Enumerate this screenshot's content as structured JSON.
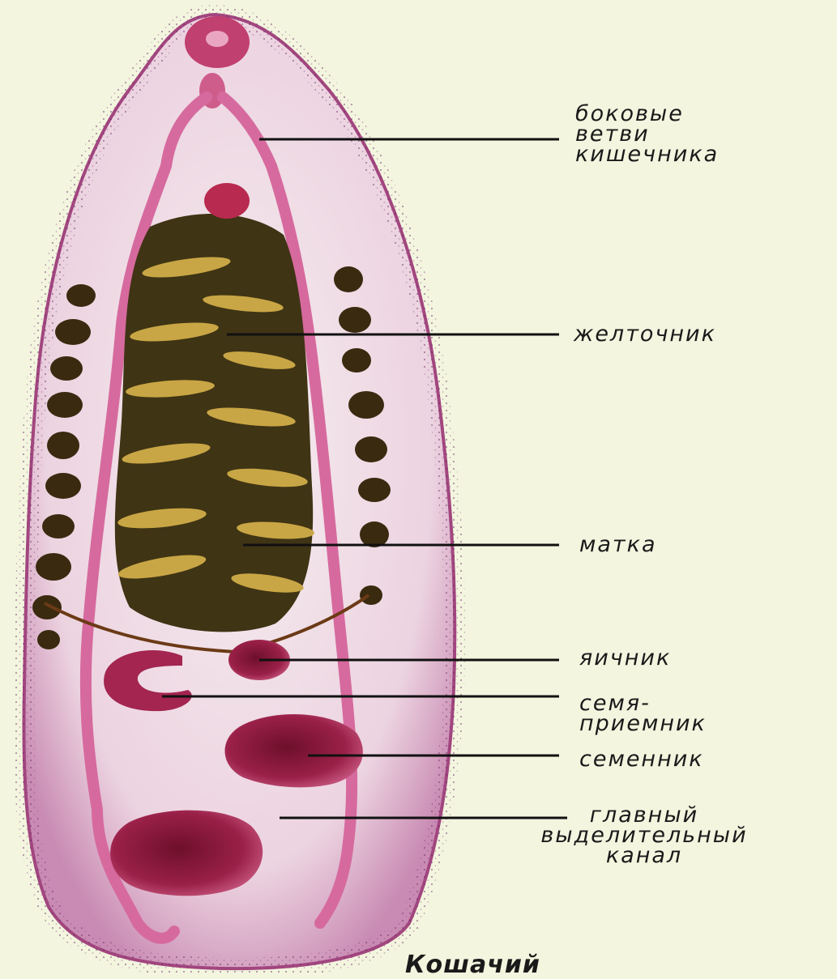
{
  "labels": {
    "lateral_gut": "боковые\nветви\nкишечника",
    "vitellarium": "желточник",
    "uterus": "матка",
    "ovary": "яичник",
    "receptacle": "семя-\nприемник",
    "testis": "семенник",
    "excretory": "главный\nвыделительный\nканал"
  },
  "caption": "Кошачий",
  "colors": {
    "background": "#f3f5df",
    "body_edge": "#b25a93",
    "gut": "#d66a9e",
    "gonad": "#8e1a3c",
    "vitellarium": "#3a2a10",
    "uterus_light": "#c9a645"
  }
}
